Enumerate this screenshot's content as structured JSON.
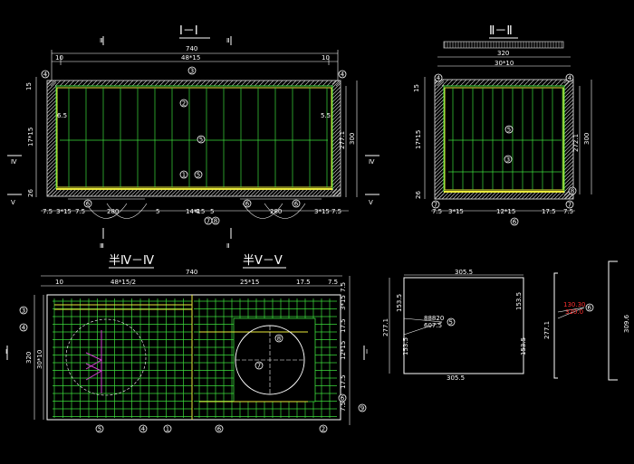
{
  "titles": {
    "sec_I": "Ⅰ－Ⅰ",
    "sec_II": "Ⅱ－Ⅱ",
    "sec_IV": "半Ⅳ－Ⅳ",
    "sec_V": "半Ⅴ－Ⅴ"
  },
  "section_marks": {
    "II": "Ⅱ",
    "III": "Ⅲ",
    "IV": "Ⅳ",
    "V": "Ⅴ",
    "I": "Ⅰ"
  },
  "sec1": {
    "dim_total": "740",
    "dim_left": "10",
    "dim_mid": "48*15",
    "dim_right": "10",
    "dim_left_v1": "15",
    "dim_left_v2": "17*15",
    "dim_left_v3": "26",
    "dim_right_v1": "277.1",
    "dim_right_v2": "300",
    "dim_inner_l": "6.5",
    "dim_inner_r": "5.5",
    "bottom_dims": [
      "7.5",
      "3*15",
      "7.5",
      "280",
      "5",
      "14*15",
      "4",
      "5",
      "280",
      "3*15",
      "7.5"
    ],
    "markers": [
      "1",
      "2",
      "3",
      "4",
      "5",
      "6",
      "7",
      "8"
    ]
  },
  "sec2": {
    "dim_total": "320",
    "dim_mid": "30*10",
    "dim_left_v1": "15",
    "dim_left_v2": "17*15",
    "dim_left_v3": "26",
    "dim_right_v1": "272.1",
    "dim_right_v2": "300",
    "bottom_dims": [
      "7.5",
      "3*15",
      "12*15",
      "17.5",
      "7.5"
    ],
    "markers": [
      "1",
      "2",
      "3",
      "4",
      "5",
      "6",
      "7",
      "8"
    ]
  },
  "sec4": {
    "dim_total": "740",
    "dim_left_a": "10",
    "dim_left_b": "48*15/2",
    "dim_right_a": "25*15",
    "dim_right_b": "17.5",
    "dim_right_c": "7.5",
    "dim_left_v1": "320",
    "dim_left_v2": "30*10",
    "dim_right_v": [
      "7.5",
      "3*15",
      "17.5",
      "12*15",
      "17.5",
      "7.5"
    ],
    "markers": [
      "1",
      "2",
      "3",
      "4",
      "5",
      "6",
      "7",
      "8",
      "9"
    ]
  },
  "detail1": {
    "top": "305.5",
    "bottom": "305.5",
    "left_a": "153.5",
    "left_b": "153.5",
    "right_a": "153.5",
    "right_b": "153.5",
    "height": "277.1",
    "label_a": "88820",
    "label_b": "607.5",
    "marker": "5"
  },
  "detail2": {
    "height_l": "277.1",
    "height_r": "309.6",
    "label_a": "130.30",
    "label_b": "320.0",
    "marker": "6"
  }
}
